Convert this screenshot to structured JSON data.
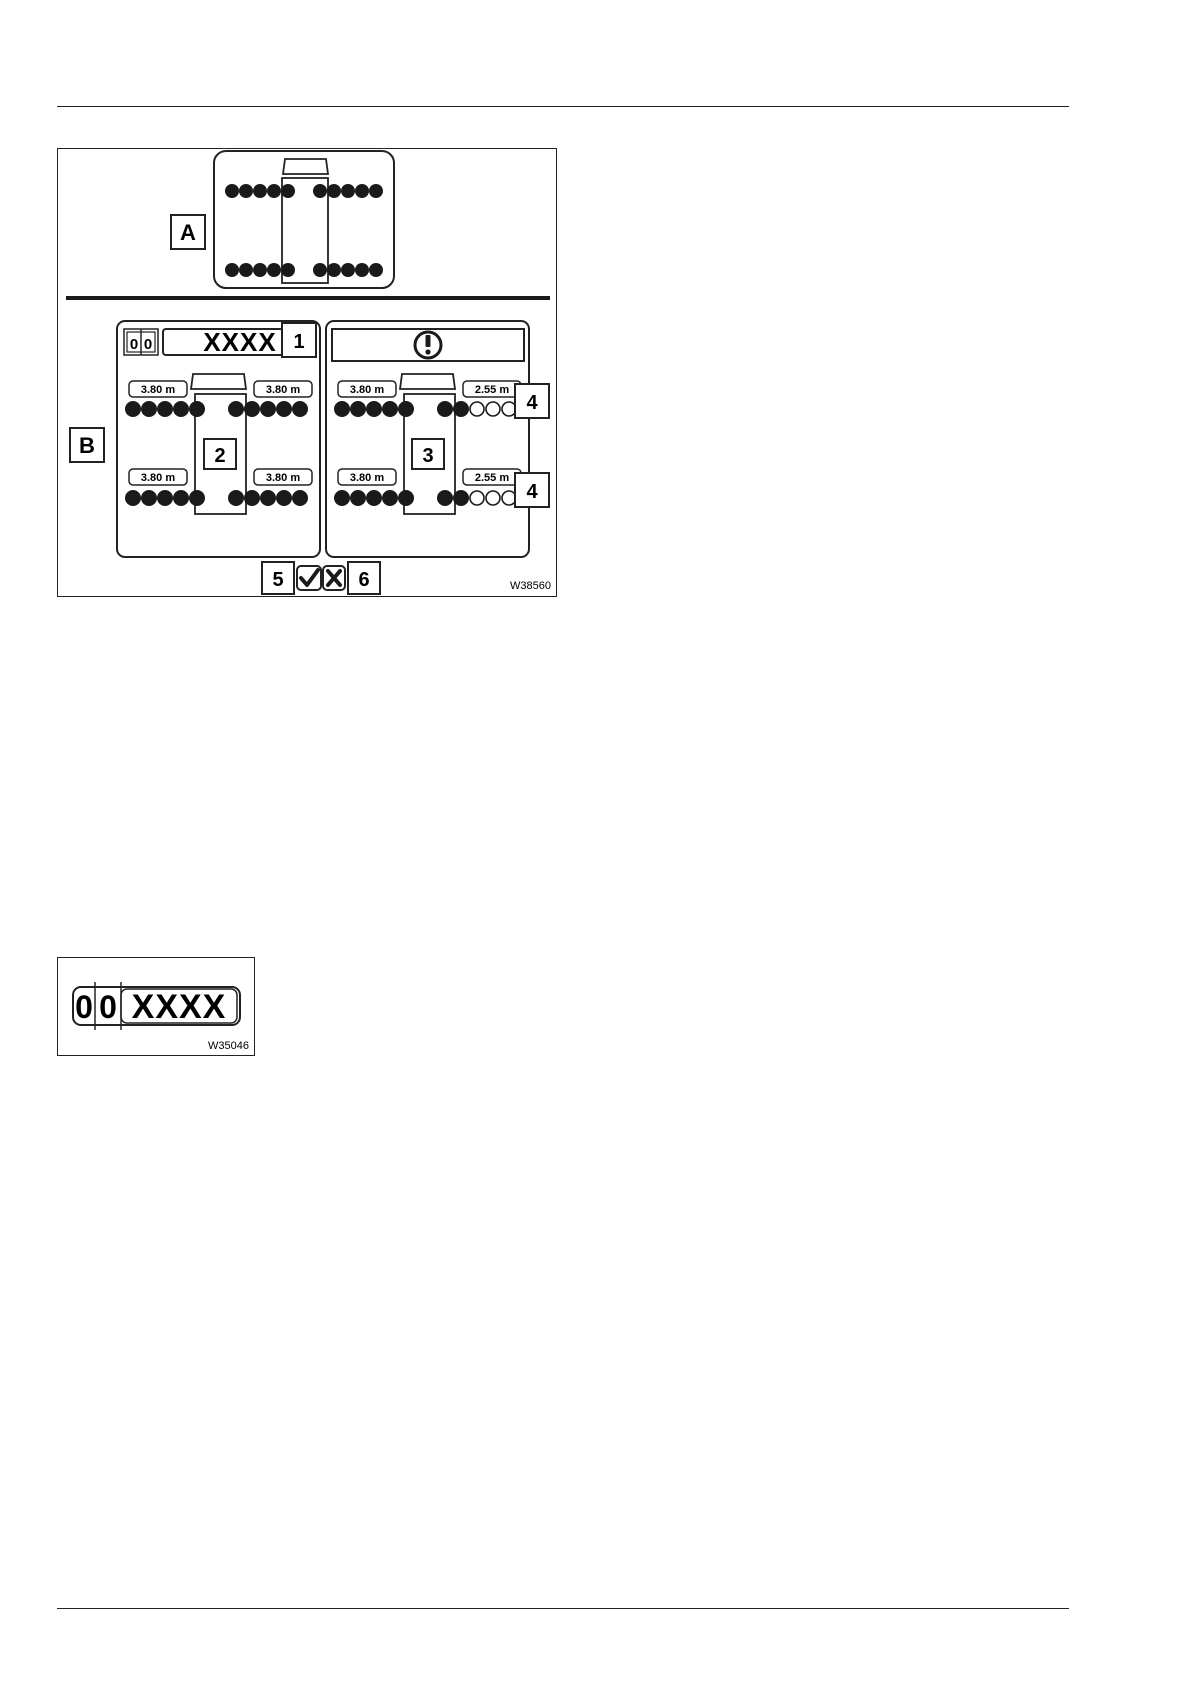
{
  "page": {},
  "figure_main": {
    "id": "W38560",
    "label_a": "A",
    "label_b": "B",
    "code_digits": [
      "0",
      "0"
    ],
    "code_text": "XXXX",
    "callouts": {
      "c1": "1",
      "c2": "2",
      "c3": "3",
      "c4_top": "4",
      "c4_bottom": "4",
      "c5": "5",
      "c6": "6"
    },
    "widths": {
      "left_top_left": "3.80 m",
      "left_top_right": "3.80 m",
      "left_bottom_left": "3.80 m",
      "left_bottom_right": "3.80 m",
      "right_top_left": "3.80 m",
      "right_top_right": "2.55 m",
      "right_bottom_left": "3.80 m",
      "right_bottom_right": "2.55 m"
    },
    "icons": [
      "warning-icon",
      "confirm-check-icon",
      "cancel-x-icon"
    ]
  },
  "figure_code": {
    "id": "W35046",
    "digit1": "0",
    "digit2": "0",
    "code_text": "XXXX"
  }
}
